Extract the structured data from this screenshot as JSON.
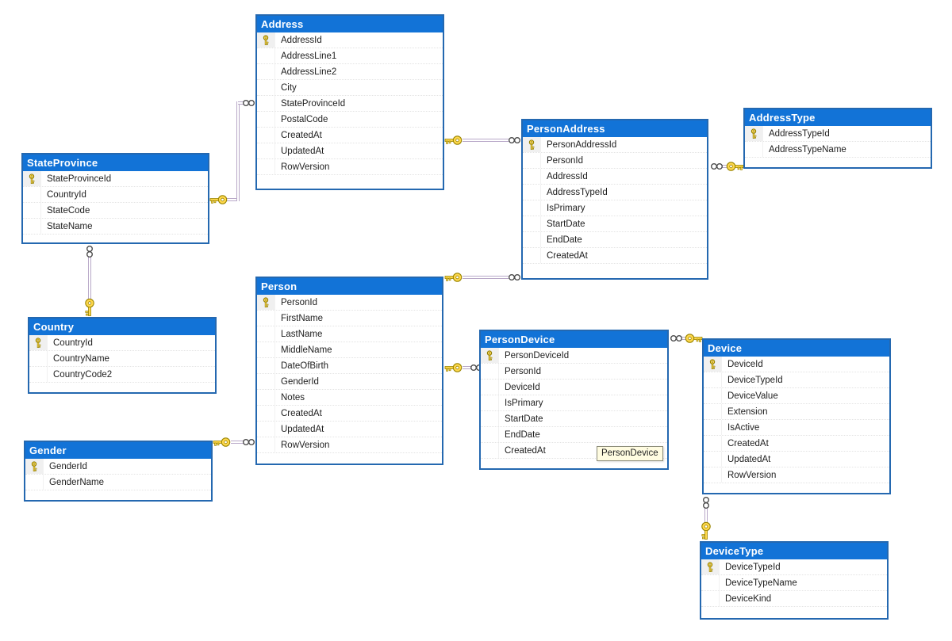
{
  "diagram": {
    "tooltip": "PersonDevice",
    "colors": {
      "table_header_blue": "#1273d7",
      "table_border_blue": "#2468b0",
      "relationship_line": "#b8a8c8",
      "key_gold": "#ffd84d",
      "tooltip_background": "#fffce1"
    },
    "tables": [
      {
        "id": "address",
        "title": "Address",
        "columns": [
          {
            "name": "AddressId",
            "pk": true
          },
          {
            "name": "AddressLine1",
            "pk": false
          },
          {
            "name": "AddressLine2",
            "pk": false
          },
          {
            "name": "City",
            "pk": false
          },
          {
            "name": "StateProvinceId",
            "pk": false
          },
          {
            "name": "PostalCode",
            "pk": false
          },
          {
            "name": "CreatedAt",
            "pk": false
          },
          {
            "name": "UpdatedAt",
            "pk": false
          },
          {
            "name": "RowVersion",
            "pk": false
          }
        ]
      },
      {
        "id": "stateprovince",
        "title": "StateProvince",
        "columns": [
          {
            "name": "StateProvinceId",
            "pk": true
          },
          {
            "name": "CountryId",
            "pk": false
          },
          {
            "name": "StateCode",
            "pk": false
          },
          {
            "name": "StateName",
            "pk": false
          }
        ]
      },
      {
        "id": "personaddress",
        "title": "PersonAddress",
        "columns": [
          {
            "name": "PersonAddressId",
            "pk": true
          },
          {
            "name": "PersonId",
            "pk": false
          },
          {
            "name": "AddressId",
            "pk": false
          },
          {
            "name": "AddressTypeId",
            "pk": false
          },
          {
            "name": "IsPrimary",
            "pk": false
          },
          {
            "name": "StartDate",
            "pk": false
          },
          {
            "name": "EndDate",
            "pk": false
          },
          {
            "name": "CreatedAt",
            "pk": false
          }
        ]
      },
      {
        "id": "addresstype",
        "title": "AddressType",
        "columns": [
          {
            "name": "AddressTypeId",
            "pk": true
          },
          {
            "name": "AddressTypeName",
            "pk": false
          }
        ]
      },
      {
        "id": "person",
        "title": "Person",
        "columns": [
          {
            "name": "PersonId",
            "pk": true
          },
          {
            "name": "FirstName",
            "pk": false
          },
          {
            "name": "LastName",
            "pk": false
          },
          {
            "name": "MiddleName",
            "pk": false
          },
          {
            "name": "DateOfBirth",
            "pk": false
          },
          {
            "name": "GenderId",
            "pk": false
          },
          {
            "name": "Notes",
            "pk": false
          },
          {
            "name": "CreatedAt",
            "pk": false
          },
          {
            "name": "UpdatedAt",
            "pk": false
          },
          {
            "name": "RowVersion",
            "pk": false
          }
        ]
      },
      {
        "id": "country",
        "title": "Country",
        "columns": [
          {
            "name": "CountryId",
            "pk": true
          },
          {
            "name": "CountryName",
            "pk": false
          },
          {
            "name": "CountryCode2",
            "pk": false
          }
        ]
      },
      {
        "id": "gender",
        "title": "Gender",
        "columns": [
          {
            "name": "GenderId",
            "pk": true
          },
          {
            "name": "GenderName",
            "pk": false
          }
        ]
      },
      {
        "id": "persondevice",
        "title": "PersonDevice",
        "columns": [
          {
            "name": "PersonDeviceId",
            "pk": true
          },
          {
            "name": "PersonId",
            "pk": false
          },
          {
            "name": "DeviceId",
            "pk": false
          },
          {
            "name": "IsPrimary",
            "pk": false
          },
          {
            "name": "StartDate",
            "pk": false
          },
          {
            "name": "EndDate",
            "pk": false
          },
          {
            "name": "CreatedAt",
            "pk": false
          }
        ]
      },
      {
        "id": "device",
        "title": "Device",
        "columns": [
          {
            "name": "DeviceId",
            "pk": true
          },
          {
            "name": "DeviceTypeId",
            "pk": false
          },
          {
            "name": "DeviceValue",
            "pk": false
          },
          {
            "name": "Extension",
            "pk": false
          },
          {
            "name": "IsActive",
            "pk": false
          },
          {
            "name": "CreatedAt",
            "pk": false
          },
          {
            "name": "UpdatedAt",
            "pk": false
          },
          {
            "name": "RowVersion",
            "pk": false
          }
        ]
      },
      {
        "id": "devicetype",
        "title": "DeviceType",
        "columns": [
          {
            "name": "DeviceTypeId",
            "pk": true
          },
          {
            "name": "DeviceTypeName",
            "pk": false
          },
          {
            "name": "DeviceKind",
            "pk": false
          }
        ]
      }
    ],
    "relationships": [
      {
        "pk_table": "StateProvince",
        "fk_table": "Address"
      },
      {
        "pk_table": "Address",
        "fk_table": "PersonAddress"
      },
      {
        "pk_table": "AddressType",
        "fk_table": "PersonAddress"
      },
      {
        "pk_table": "Person",
        "fk_table": "PersonAddress"
      },
      {
        "pk_table": "Gender",
        "fk_table": "Person"
      },
      {
        "pk_table": "Country",
        "fk_table": "StateProvince"
      },
      {
        "pk_table": "Person",
        "fk_table": "PersonDevice"
      },
      {
        "pk_table": "Device",
        "fk_table": "PersonDevice"
      },
      {
        "pk_table": "DeviceType",
        "fk_table": "Device"
      }
    ]
  }
}
